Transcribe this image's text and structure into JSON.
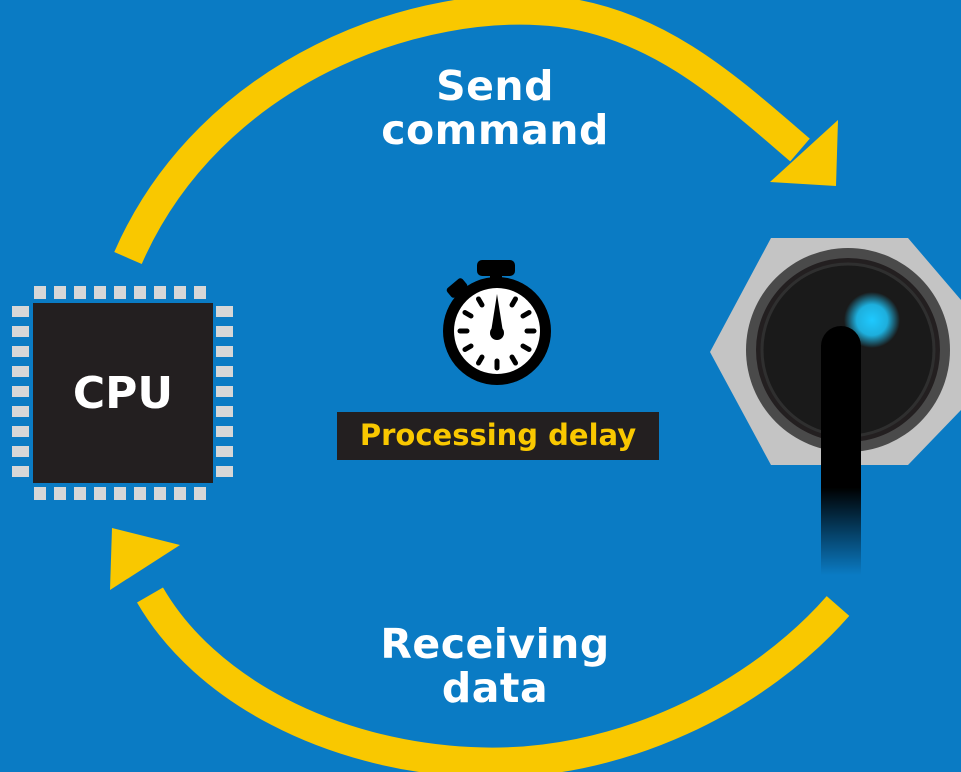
{
  "colors": {
    "background": "#0a7bc4",
    "arrow": "#f9c800",
    "chip": "#231f20",
    "pins": "#d7d7d7",
    "delay_text": "#f9c800",
    "sensor_led": "#1ec9ff"
  },
  "arrows": {
    "top": {
      "label": "Send\ncommand",
      "icon": "curved-arrow-right-icon"
    },
    "bottom": {
      "label": "Receiving\ndata",
      "icon": "curved-arrow-left-icon"
    }
  },
  "cpu": {
    "label": "CPU",
    "icon": "cpu-chip-icon"
  },
  "timer": {
    "label": "Processing delay",
    "icon": "stopwatch-icon"
  },
  "sensor": {
    "icon": "hex-sensor-probe-icon"
  }
}
